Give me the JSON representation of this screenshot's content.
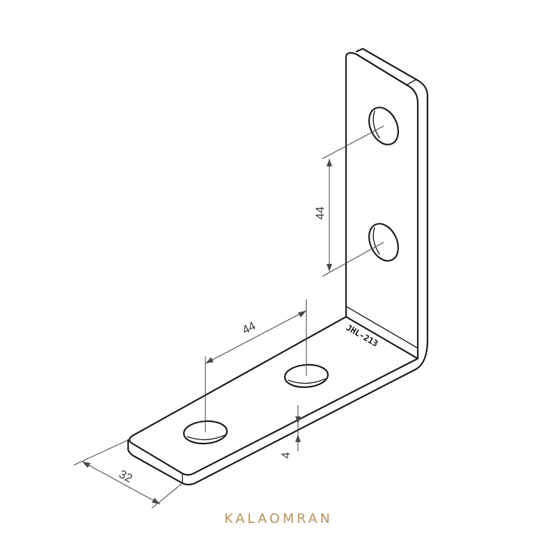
{
  "dimensions": {
    "vertical_hole_spacing": "44",
    "horizontal_hole_spacing": "44",
    "thickness": "4",
    "width": "32"
  },
  "part_marking": "JHL-213",
  "brand": {
    "name": "KALAOMRAN",
    "color": "#b8925a"
  }
}
